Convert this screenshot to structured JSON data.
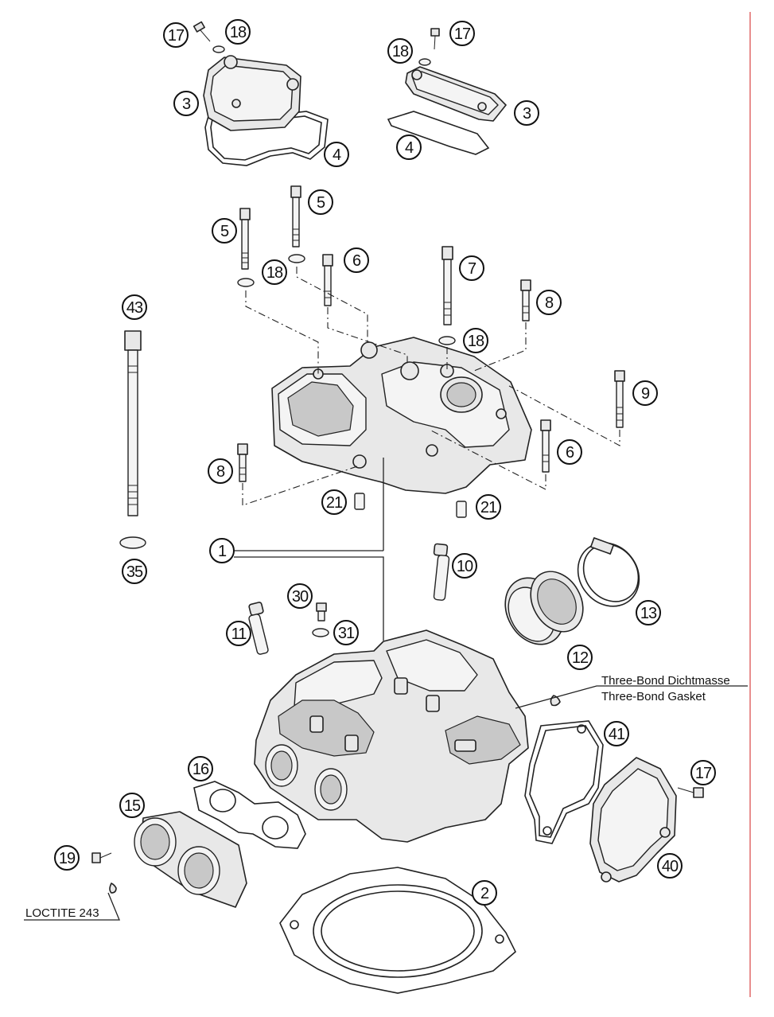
{
  "callouts": [
    {
      "id": "c17a",
      "label": "17"
    },
    {
      "id": "c18a",
      "label": "18"
    },
    {
      "id": "c3a",
      "label": "3"
    },
    {
      "id": "c4a",
      "label": "4"
    },
    {
      "id": "c18b",
      "label": "18"
    },
    {
      "id": "c17b",
      "label": "17"
    },
    {
      "id": "c3b",
      "label": "3"
    },
    {
      "id": "c4b",
      "label": "4"
    },
    {
      "id": "c5a",
      "label": "5"
    },
    {
      "id": "c5b",
      "label": "5"
    },
    {
      "id": "c18c",
      "label": "18"
    },
    {
      "id": "c6a",
      "label": "6"
    },
    {
      "id": "c7",
      "label": "7"
    },
    {
      "id": "c8a",
      "label": "8"
    },
    {
      "id": "c18d",
      "label": "18"
    },
    {
      "id": "c43",
      "label": "43"
    },
    {
      "id": "c9",
      "label": "9"
    },
    {
      "id": "c6b",
      "label": "6"
    },
    {
      "id": "c8b",
      "label": "8"
    },
    {
      "id": "c21a",
      "label": "21"
    },
    {
      "id": "c21b",
      "label": "21"
    },
    {
      "id": "c1",
      "label": "1"
    },
    {
      "id": "c35",
      "label": "35"
    },
    {
      "id": "c10",
      "label": "10"
    },
    {
      "id": "c13",
      "label": "13"
    },
    {
      "id": "c30",
      "label": "30"
    },
    {
      "id": "c31",
      "label": "31"
    },
    {
      "id": "c11",
      "label": "11"
    },
    {
      "id": "c12",
      "label": "12"
    },
    {
      "id": "c41",
      "label": "41"
    },
    {
      "id": "c16",
      "label": "16"
    },
    {
      "id": "c17c",
      "label": "17"
    },
    {
      "id": "c15",
      "label": "15"
    },
    {
      "id": "c19",
      "label": "19"
    },
    {
      "id": "c40",
      "label": "40"
    },
    {
      "id": "c2",
      "label": "2"
    }
  ],
  "notes": {
    "three_bond_de": "Three-Bond Dichtmasse",
    "three_bond_en": "Three-Bond Gasket",
    "loctite": "LOCTITE 243"
  }
}
